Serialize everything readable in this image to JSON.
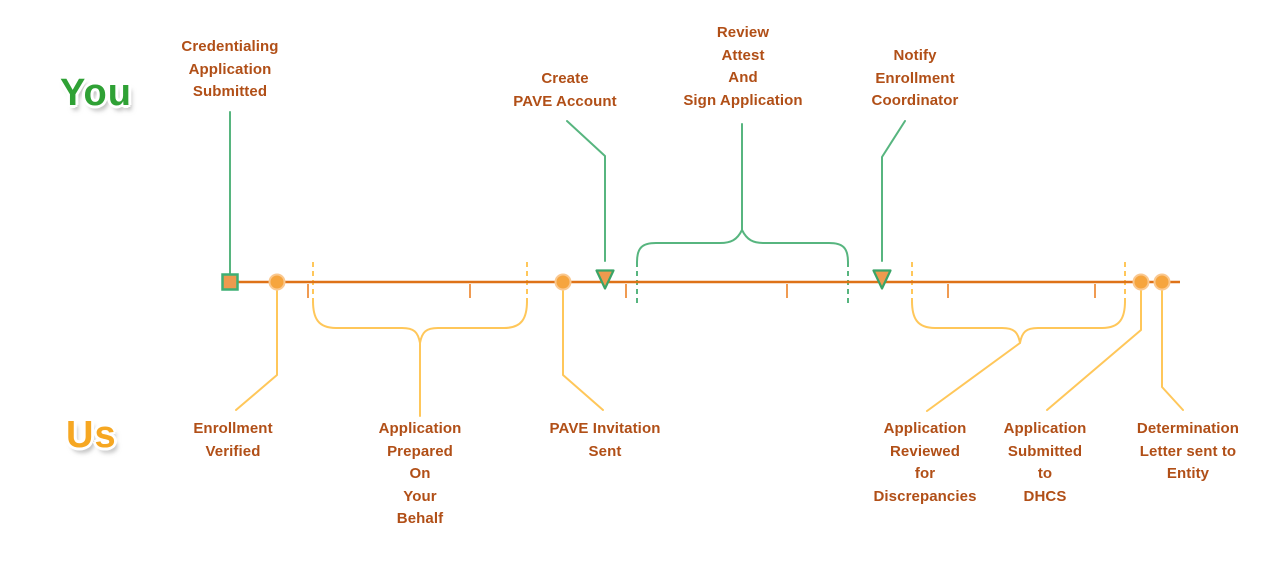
{
  "lane_labels": {
    "you": "You",
    "us": "Us"
  },
  "you_events": [
    {
      "label": "Credentialing\nApplication\nSubmitted"
    },
    {
      "label": "Create\nPAVE Account"
    },
    {
      "label": "Review\nAttest\nAnd\nSign Application"
    },
    {
      "label": "Notify\nEnrollment\nCoordinator"
    }
  ],
  "us_events": [
    {
      "label": "Enrollment\nVerified"
    },
    {
      "label": "Application\nPrepared\nOn\nYour\nBehalf"
    },
    {
      "label": "PAVE Invitation\nSent"
    },
    {
      "label": "Application\nReviewed\nfor\nDiscrepancies"
    },
    {
      "label": "Application\nSubmitted\nto\nDHCS"
    },
    {
      "label": "Determination\nLetter sent to\nEntity"
    }
  ],
  "colors": {
    "timeline": "#DE7218",
    "tick": "#F09B52",
    "yellow_connector": "#FFC75A",
    "green_connector": "#57B57F",
    "green_shape_border": "#3AA467",
    "square_border": "#3FAF74",
    "marker_fill": "#EE9A4E",
    "circle_fill": "#F6A53E",
    "circle_halo": "#FAC88F",
    "label_text": "#B14F17",
    "you_color": "#2FA135",
    "us_color": "#F6A722"
  }
}
